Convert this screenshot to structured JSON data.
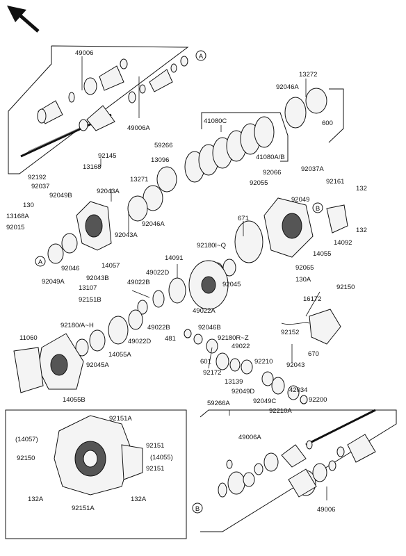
{
  "ref_marks": {
    "a": "A",
    "b": "B"
  },
  "inset": {
    "box_14057": "(14057)",
    "box_14055": "(14055)"
  },
  "labels": {
    "l49006_top": "49006",
    "l49006a_top": "49006A",
    "l59266": "59266",
    "l13272": "13272",
    "l92046a_top": "92046A",
    "l600": "600",
    "l41080c": "41080C",
    "l41080ab": "41080A/B",
    "l13096": "13096",
    "l92145": "92145",
    "l13168": "13168",
    "l92192": "92192",
    "l92037": "92037",
    "l92049b": "92049B",
    "l130": "130",
    "l13168a": "13168A",
    "l92015": "92015",
    "l13271": "13271",
    "l92043a_1": "92043A",
    "l92046a_mid": "92046A",
    "l92043a_2": "92043A",
    "l92066": "92066",
    "l92055": "92055",
    "l92037a": "92037A",
    "l92161": "92161",
    "l132_top": "132",
    "l92049": "92049",
    "l132_bot": "132",
    "l14092": "14092",
    "l671": "671",
    "l92180iq": "92180I~Q",
    "l14055": "14055",
    "l92065": "92065",
    "l130a": "130A",
    "l92045": "92045",
    "l92049a": "92049A",
    "l92046": "92046",
    "l14057": "14057",
    "l14091": "14091",
    "l92043b": "92043B",
    "l49022d_top": "49022D",
    "l13107": "13107",
    "l49022b_top": "49022B",
    "l49022a": "49022A",
    "l92151b": "92151B",
    "l92150": "92150",
    "l16172": "16172",
    "l92180ah": "92180/A~H",
    "l49022b_mid": "49022B",
    "l92046b": "92046B",
    "l481": "481",
    "l49022d_mid": "49022D",
    "l92180rz": "92180R~Z",
    "l11060": "11060",
    "l92152": "92152",
    "l670": "670",
    "l49022": "49022",
    "l92045a": "92045A",
    "l14055a": "14055A",
    "l601": "601",
    "l92210": "92210",
    "l92043": "92043",
    "l92172": "92172",
    "l13139": "13139",
    "l42034": "42034",
    "l14055b": "14055B",
    "l92049d": "92049D",
    "l92200": "92200",
    "l92049c": "92049C",
    "l92210a": "92210A",
    "l59266a": "59266A",
    "l49006a_bot": "49006A",
    "l49006_bot": "49006",
    "l92151a_top": "92151A",
    "l92151_1": "92151",
    "l92150_inset": "92150",
    "l92151_2": "92151",
    "l132a_left": "132A",
    "l92151a_bot": "92151A",
    "l132a_right": "132A"
  }
}
